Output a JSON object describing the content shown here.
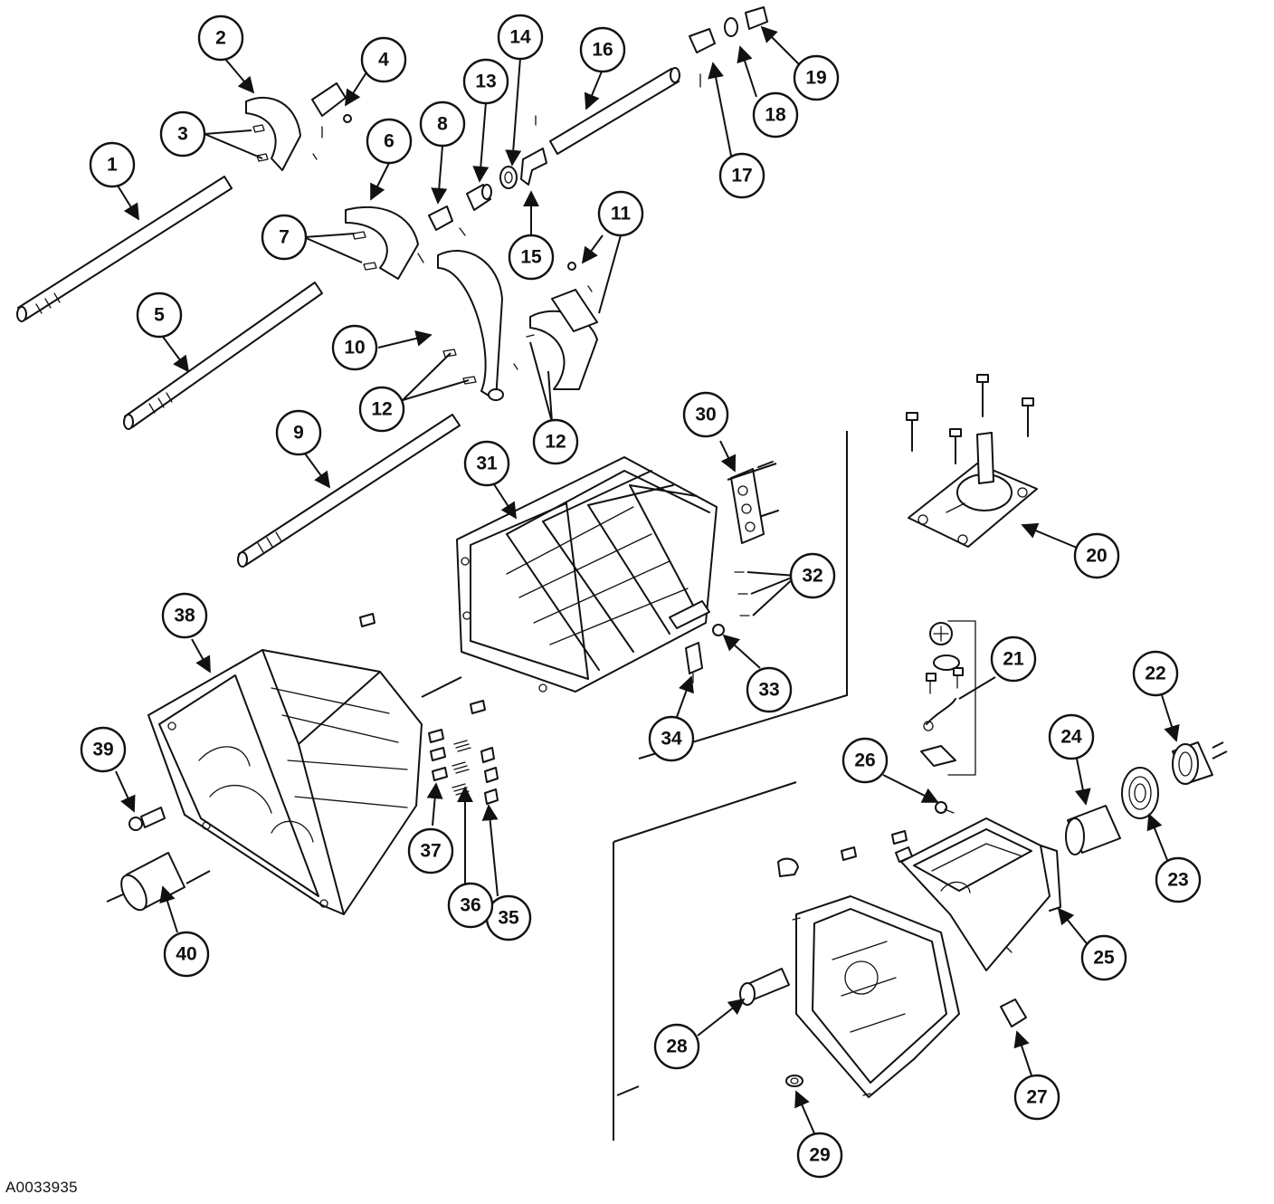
{
  "figure": {
    "reference_code": "A0033935",
    "callouts": [
      "1",
      "2",
      "3",
      "4",
      "5",
      "6",
      "7",
      "8",
      "9",
      "10",
      "11",
      "12",
      "12",
      "13",
      "14",
      "15",
      "16",
      "17",
      "18",
      "19",
      "20",
      "21",
      "22",
      "23",
      "24",
      "25",
      "26",
      "27",
      "28",
      "29",
      "30",
      "31",
      "32",
      "33",
      "34",
      "35",
      "36",
      "37",
      "38",
      "39",
      "40"
    ],
    "colors": {
      "ink": "#111111",
      "paper": "#ffffff"
    }
  }
}
